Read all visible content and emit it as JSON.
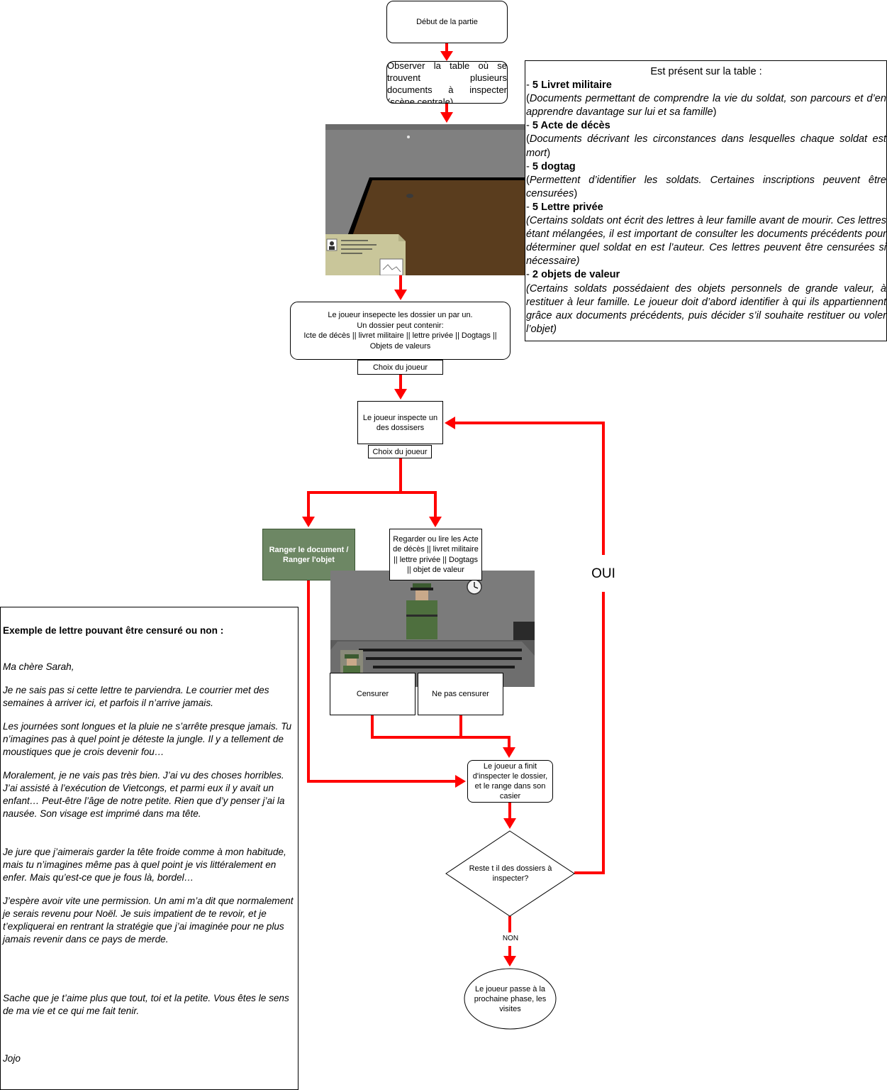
{
  "nodes": {
    "start": "Début de la partie",
    "observe": "Observer la table où se trouvent plusieurs documents à inspecter (scène centrale)",
    "inspect_all_l1": "Le joueur insepecte les dossier un par un.",
    "inspect_all_l2": "Un dossier peut contenir:",
    "inspect_all_l3": "Icte de décès || livret militaire || lettre privée || Dogtags ||",
    "inspect_all_l4": "Objets de valeurs",
    "choice_1": "Choix du joueur",
    "inspect_one": "Le joueur inspecte un des dossisers",
    "choice_2": "Choix du joueur",
    "store": "Ranger le document / Ranger l'objet",
    "read": "Regarder ou lire les Acte de décès || livret militaire || lettre privée || Dogtags || objet de valeur",
    "censor": "Censurer",
    "no_censor": "Ne pas censurer",
    "finished": "Le joueur a finit d'inspecter le dossier, et le range dans son casier",
    "decision": "Reste t il des dossiers à inspecter?",
    "yes": "OUI",
    "no": "NON",
    "next_phase": "Le joueur passe à la prochaine phase, les visites"
  },
  "table_info": {
    "header": "Est présent sur la table :",
    "items": [
      {
        "dash": "- ",
        "title": "5 Livret militaire",
        "desc_open": "(",
        "desc": "Documents permettant de comprendre la vie du soldat, son parcours et d’en apprendre davantage sur lui et sa famille",
        "desc_close": ")"
      },
      {
        "dash": "- ",
        "title": "5 Acte de décès",
        "desc_open": "(",
        "desc": "Documents décrivant les circonstances dans lesquelles chaque soldat est mort",
        "desc_close": ")"
      },
      {
        "dash": "- ",
        "title": "5 dogtag",
        "desc_open": "(",
        "desc": "Permettent d’identifier les soldats. Certaines inscriptions peuvent être censurées",
        "desc_close": ")"
      },
      {
        "dash": "- ",
        "title": "5 Lettre privée",
        "desc_open": "",
        "desc": "(Certains soldats ont écrit des lettres à leur famille avant de mourir. Ces lettres étant mélangées, il est important de consulter les documents précédents pour déterminer quel soldat en est l’auteur. Ces lettres peuvent être censurées si nécessaire)",
        "desc_close": ""
      },
      {
        "dash": "- ",
        "title": "2 objets de valeur",
        "desc_open": "",
        "desc": "(Certains soldats possédaient des objets personnels de grande valeur, à restituer à leur famille. Le joueur doit d’abord identifier à qui ils appartiennent grâce aux documents précédents, puis décider s’il souhaite restituer ou voler l’objet)",
        "desc_close": ""
      }
    ]
  },
  "letter": {
    "title": "Exemple de lettre pouvant être censuré ou non :",
    "paragraphs": [
      "Ma chère Sarah,",
      "Je ne sais pas si cette lettre te parviendra. Le courrier met des semaines à arriver ici, et parfois il n’arrive jamais.",
      "Les journées sont longues et la pluie ne s’arrête presque jamais. Tu n’imagines pas à quel point je déteste la jungle. Il y a tellement de moustiques que je crois devenir fou…",
      "Moralement, je ne vais pas très bien. J’ai vu des choses horribles. J’ai assisté à l’exécution de Vietcongs, et parmi eux il y avait un enfant… Peut-être l’âge de notre petite. Rien que d’y penser j’ai la nausée. Son visage est imprimé dans ma tête.",
      "Je jure que j’aimerais garder la tête froide comme à mon habitude, mais tu n’imagines même pas à quel point je vis littéralement en enfer. Mais qu’est-ce que je fous là, bordel…",
      "J’espère avoir vite une permission. Un ami m’a dit que normalement je serais revenu pour Noël. Je suis impatient de te revoir, et je t’expliquerai en rentrant la stratégie que j’ai imaginée pour ne plus jamais revenir dans ce pays de merde.",
      "Sache que je t’aime plus que tout, toi et la petite. Vous êtes le sens de ma vie et ce qui me fait tenir.",
      "Jojo"
    ]
  },
  "colors": {
    "arrow": "#ff0000",
    "store_box": "#6d8764",
    "scene_wall": "#808080",
    "scene_table": "#5a3d1e"
  }
}
